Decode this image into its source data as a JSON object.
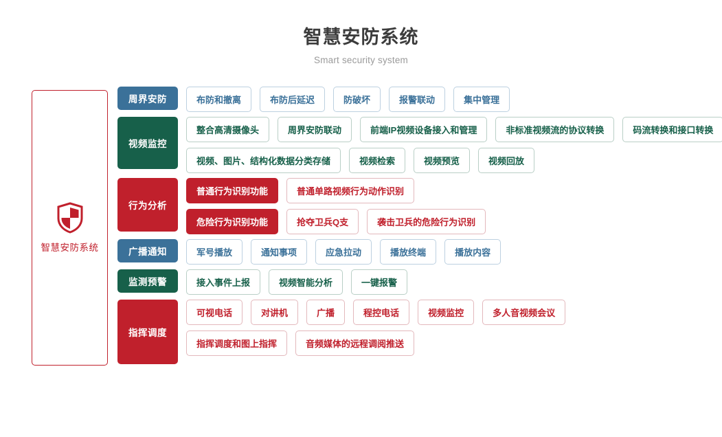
{
  "header": {
    "title": "智慧安防系统",
    "subtitle": "Smart security system"
  },
  "root": {
    "icon": "shield-icon",
    "label": "智慧安防系统",
    "color": "#c0202c"
  },
  "colors": {
    "blue": "#3b7199",
    "green": "#17604a",
    "red": "#c0202c",
    "title": "#3c3c3c",
    "subtitle": "#9a9a9a"
  },
  "categories": [
    {
      "label": "周界安防",
      "color": "blue",
      "height": 34,
      "lines": [
        [
          {
            "label": "布防和撤离",
            "style": "blue"
          },
          {
            "label": "布防后延迟",
            "style": "blue"
          },
          {
            "label": "防破坏",
            "style": "blue"
          },
          {
            "label": "报警联动",
            "style": "blue"
          },
          {
            "label": "集中管理",
            "style": "blue"
          }
        ]
      ]
    },
    {
      "label": "视频监控",
      "color": "green",
      "height": 76,
      "lines": [
        [
          {
            "label": "整合高清摄像头",
            "style": "green"
          },
          {
            "label": "周界安防联动",
            "style": "green"
          },
          {
            "label": "前端IP视频设备接入和管理",
            "style": "green"
          },
          {
            "label": "非标准视频流的协议转换",
            "style": "green"
          },
          {
            "label": "码流转换和接口转换",
            "style": "green"
          }
        ],
        [
          {
            "label": "视频、图片、结构化数据分类存储",
            "style": "green"
          },
          {
            "label": "视频检索",
            "style": "green"
          },
          {
            "label": "视频预览",
            "style": "green"
          },
          {
            "label": "视频回放",
            "style": "green"
          }
        ]
      ]
    },
    {
      "label": "行为分析",
      "color": "red",
      "height": 78,
      "lines": [
        [
          {
            "label": "普通行为识别功能",
            "style": "filled-red"
          },
          {
            "label": "普通单路视频行为动作识别",
            "style": "red"
          }
        ],
        [
          {
            "label": "危险行为识别功能",
            "style": "filled-red"
          },
          {
            "label": "抢夺卫兵Q支",
            "style": "red"
          },
          {
            "label": "袭击卫兵的危险行为识别",
            "style": "red"
          }
        ]
      ]
    },
    {
      "label": "广播通知",
      "color": "blue",
      "height": 34,
      "lines": [
        [
          {
            "label": "军号播放",
            "style": "blue"
          },
          {
            "label": "通知事项",
            "style": "blue"
          },
          {
            "label": "应急拉动",
            "style": "blue"
          },
          {
            "label": "播放终端",
            "style": "blue"
          },
          {
            "label": "播放内容",
            "style": "blue"
          }
        ]
      ]
    },
    {
      "label": "监测预警",
      "color": "green",
      "height": 34,
      "lines": [
        [
          {
            "label": "接入事件上报",
            "style": "green"
          },
          {
            "label": "视频智能分析",
            "style": "green"
          },
          {
            "label": "一键报警",
            "style": "green"
          }
        ]
      ]
    },
    {
      "label": "指挥调度",
      "color": "red",
      "height": 94,
      "lines": [
        [
          {
            "label": "可视电话",
            "style": "red"
          },
          {
            "label": "对讲机",
            "style": "red"
          },
          {
            "label": "广播",
            "style": "red"
          },
          {
            "label": "程控电话",
            "style": "red"
          },
          {
            "label": "视频监控",
            "style": "red"
          },
          {
            "label": "多人音视频会议",
            "style": "red"
          }
        ],
        [
          {
            "label": "指挥调度和图上指挥",
            "style": "red"
          },
          {
            "label": "音频媒体的远程调阅推送",
            "style": "red"
          }
        ]
      ]
    }
  ]
}
